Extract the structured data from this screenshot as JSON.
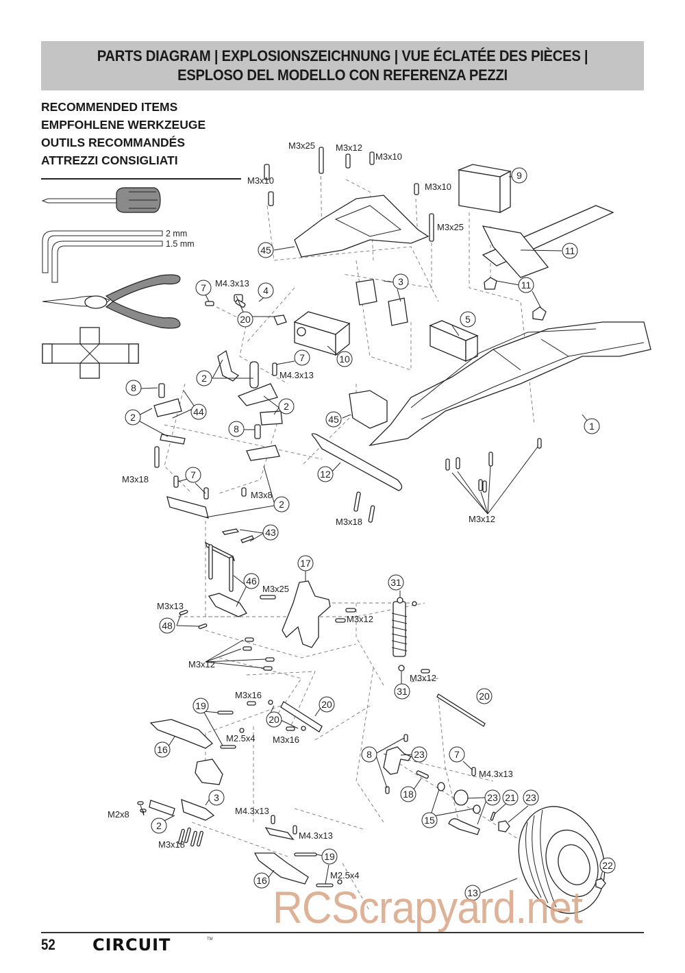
{
  "header": {
    "title_line1": "PARTS DIAGRAM | EXPLOSIONSZEICHNUNG | VUE ÉCLATÉE DES PIÈCES |",
    "title_line2": "ESPLOSO DEL MODELLO CON REFERENZA PEZZI"
  },
  "recommended": {
    "lines": [
      "RECOMMENDED ITEMS",
      "EMPFOHLENE WERKZEUGE",
      "OUTILS RECOMMANDÉS",
      "ATTREZZI CONSIGLIATI"
    ]
  },
  "tools": {
    "icons": [
      "screwdriver-icon",
      "hex-key-icon",
      "pliers-icon",
      "cross-wrench-icon"
    ],
    "hex_sizes": [
      "2 mm",
      "1.5 mm"
    ]
  },
  "screw_labels": [
    {
      "id": "s1",
      "text": "M3x25"
    },
    {
      "id": "s2",
      "text": "M3x12"
    },
    {
      "id": "s3",
      "text": "M3x10"
    },
    {
      "id": "s4",
      "text": "M3x10"
    },
    {
      "id": "s5",
      "text": "M3x10"
    },
    {
      "id": "s6",
      "text": "M3x25"
    },
    {
      "id": "s7",
      "text": "M4.3x13"
    },
    {
      "id": "s8",
      "text": "M4.3x13"
    },
    {
      "id": "s9",
      "text": "M3x18"
    },
    {
      "id": "s10",
      "text": "M3x8"
    },
    {
      "id": "s11",
      "text": "M3x18"
    },
    {
      "id": "s12",
      "text": "M3x12"
    },
    {
      "id": "s13",
      "text": "M3x25"
    },
    {
      "id": "s14",
      "text": "M3x13"
    },
    {
      "id": "s15",
      "text": "M3x12"
    },
    {
      "id": "s16",
      "text": "M3x12"
    },
    {
      "id": "s17",
      "text": "M3x12"
    },
    {
      "id": "s18",
      "text": "M3x16"
    },
    {
      "id": "s19",
      "text": "M3x16"
    },
    {
      "id": "s20",
      "text": "M2.5x4"
    },
    {
      "id": "s21",
      "text": "M4.3x13"
    },
    {
      "id": "s22",
      "text": "M2x8"
    },
    {
      "id": "s23",
      "text": "M3x18"
    },
    {
      "id": "s24",
      "text": "M4.3x13"
    },
    {
      "id": "s25",
      "text": "M4.3x13"
    },
    {
      "id": "s26",
      "text": "M2.5x4"
    }
  ],
  "callouts": [
    {
      "id": "c9",
      "n": "9"
    },
    {
      "id": "c45a",
      "n": "45"
    },
    {
      "id": "c11a",
      "n": "11"
    },
    {
      "id": "c11b",
      "n": "11"
    },
    {
      "id": "c7a",
      "n": "7"
    },
    {
      "id": "c4",
      "n": "4"
    },
    {
      "id": "c20a",
      "n": "20"
    },
    {
      "id": "c3a",
      "n": "3"
    },
    {
      "id": "c5",
      "n": "5"
    },
    {
      "id": "c10",
      "n": "10"
    },
    {
      "id": "c7b",
      "n": "7"
    },
    {
      "id": "c2a",
      "n": "2"
    },
    {
      "id": "c8a",
      "n": "8"
    },
    {
      "id": "c44",
      "n": "44"
    },
    {
      "id": "c2b",
      "n": "2"
    },
    {
      "id": "c2c",
      "n": "2"
    },
    {
      "id": "c8b",
      "n": "8"
    },
    {
      "id": "c45b",
      "n": "45"
    },
    {
      "id": "c1",
      "n": "1"
    },
    {
      "id": "c12",
      "n": "12"
    },
    {
      "id": "c7c",
      "n": "7"
    },
    {
      "id": "c2d",
      "n": "2"
    },
    {
      "id": "c43",
      "n": "43"
    },
    {
      "id": "c17",
      "n": "17"
    },
    {
      "id": "c46",
      "n": "46"
    },
    {
      "id": "c31a",
      "n": "31"
    },
    {
      "id": "c48",
      "n": "48"
    },
    {
      "id": "c31b",
      "n": "31"
    },
    {
      "id": "c19a",
      "n": "19"
    },
    {
      "id": "c20b",
      "n": "20"
    },
    {
      "id": "c20c",
      "n": "20"
    },
    {
      "id": "c20d",
      "n": "20"
    },
    {
      "id": "c16a",
      "n": "16"
    },
    {
      "id": "c8c",
      "n": "8"
    },
    {
      "id": "c23a",
      "n": "23"
    },
    {
      "id": "c7d",
      "n": "7"
    },
    {
      "id": "c18",
      "n": "18"
    },
    {
      "id": "c23b",
      "n": "23"
    },
    {
      "id": "c21",
      "n": "21"
    },
    {
      "id": "c23c",
      "n": "23"
    },
    {
      "id": "c3b",
      "n": "3"
    },
    {
      "id": "c15",
      "n": "15"
    },
    {
      "id": "c2e",
      "n": "2"
    },
    {
      "id": "c19b",
      "n": "19"
    },
    {
      "id": "c16b",
      "n": "16"
    },
    {
      "id": "c22",
      "n": "22"
    },
    {
      "id": "c13",
      "n": "13"
    }
  ],
  "watermark": "RCScrapyard.net",
  "footer": {
    "page_number": "52",
    "brand": "CIRCUIT",
    "trademark": "TM"
  }
}
